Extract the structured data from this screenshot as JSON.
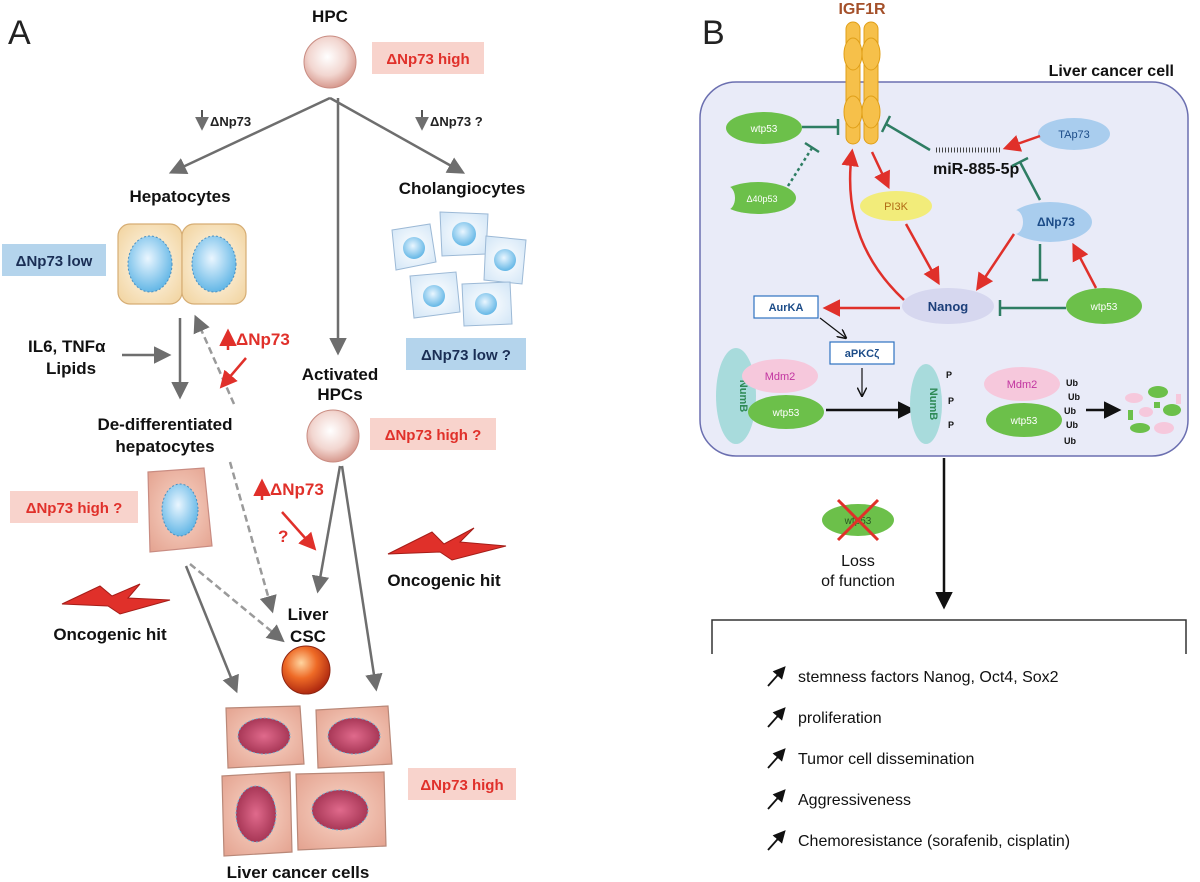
{
  "panel_a": {
    "label": "A",
    "hpc": "HPC",
    "hpc_badge": "ΔNp73 high",
    "arrow_left_note": "ΔNp73",
    "arrow_right_note": "ΔNp73 ?",
    "hepatocytes": "Hepatocytes",
    "hepatocytes_badge": "ΔNp73 low",
    "cholangiocytes": "Cholangiocytes",
    "cholangiocytes_badge": "ΔNp73 low ?",
    "il6": "IL6, TNFα",
    "lipids": "Lipids",
    "up_np73_1": "ΔNp73",
    "activated_line1": "Activated",
    "activated_line2": "HPCs",
    "activated_badge": "ΔNp73 high ?",
    "dediff_line1": "De-differentiated",
    "dediff_line2": "hepatocytes",
    "dediff_badge": "ΔNp73 high ?",
    "up_np73_2": "ΔNp73",
    "question": "?",
    "oncogenic_right": "Oncogenic hit",
    "oncogenic_left": "Oncogenic hit",
    "csc_line1": "Liver",
    "csc_line2": "CSC",
    "cancer_badge": "ΔNp73 high",
    "cancer_cells": "Liver cancer cells"
  },
  "panel_b": {
    "label": "B",
    "igf1r": "IGF1R",
    "cell_title": "Liver cancer cell",
    "wtp53_top": "wtp53",
    "d40p53": "Δ40p53",
    "pi3k": "PI3K",
    "mir": "miR-885-5p",
    "tap73": "TAp73",
    "dnp73": "ΔNp73",
    "nanog": "Nanog",
    "wtp53_right": "wtp53",
    "aurka": "AurKA",
    "apkc": "aPKCζ",
    "numb_left": "NumB",
    "mdm2_left": "Mdm2",
    "wtp53_bottom": "wtp53",
    "numb_mid": "NumB",
    "p_marks": [
      "P",
      "P",
      "P"
    ],
    "mdm2_right": "Mdm2",
    "wtp53_deg": "wtp53",
    "ub_marks": [
      "Ub",
      "Ub",
      "Ub",
      "Ub",
      "Ub"
    ],
    "crossed_wtp53": "wtp53",
    "loss_line1": "Loss",
    "loss_line2": "of function",
    "outcomes": [
      "stemness factors Nanog, Oct4, Sox2",
      "proliferation",
      "Tumor cell dissemination",
      "Aggressiveness",
      "Chemoresistance (sorafenib, cisplatin)"
    ]
  },
  "colors": {
    "red_arrow": "#e0302a",
    "gray_arrow": "#6e6e6e",
    "inhibit_green": "#2e7d63",
    "pink_badge": "#f8d3cc",
    "blue_badge": "#b4d4ec",
    "green_oval": "#6cc04a",
    "blue_oval": "#a9cdee",
    "yellow_oval": "#f2ec7a",
    "cell_fill": "#e9ebf8"
  }
}
